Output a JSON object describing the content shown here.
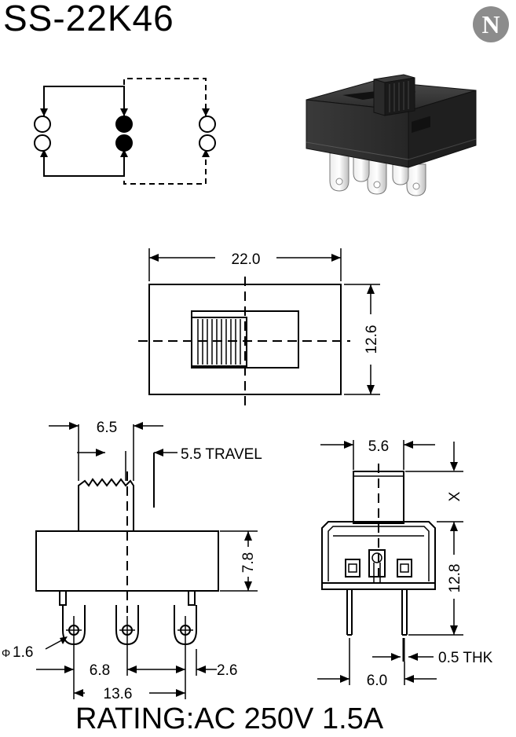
{
  "header": {
    "model": "SS-22K46",
    "logo_letter": "N"
  },
  "top_view": {
    "width": "22.0",
    "height": "12.6"
  },
  "side_view": {
    "knob_width": "6.5",
    "travel": "5.5 TRAVEL",
    "body_height": "7.8",
    "hole_dia": "1.6",
    "pitch": "6.8",
    "pin_offset": "2.6",
    "pin_span": "13.6"
  },
  "end_view": {
    "knob_width": "5.6",
    "knob_height": "X",
    "body_height": "12.8",
    "pin_thickness": "0.5 THK",
    "pin_span": "6.0"
  },
  "footer": {
    "rating": "RATING:AC 250V 1.5A"
  }
}
